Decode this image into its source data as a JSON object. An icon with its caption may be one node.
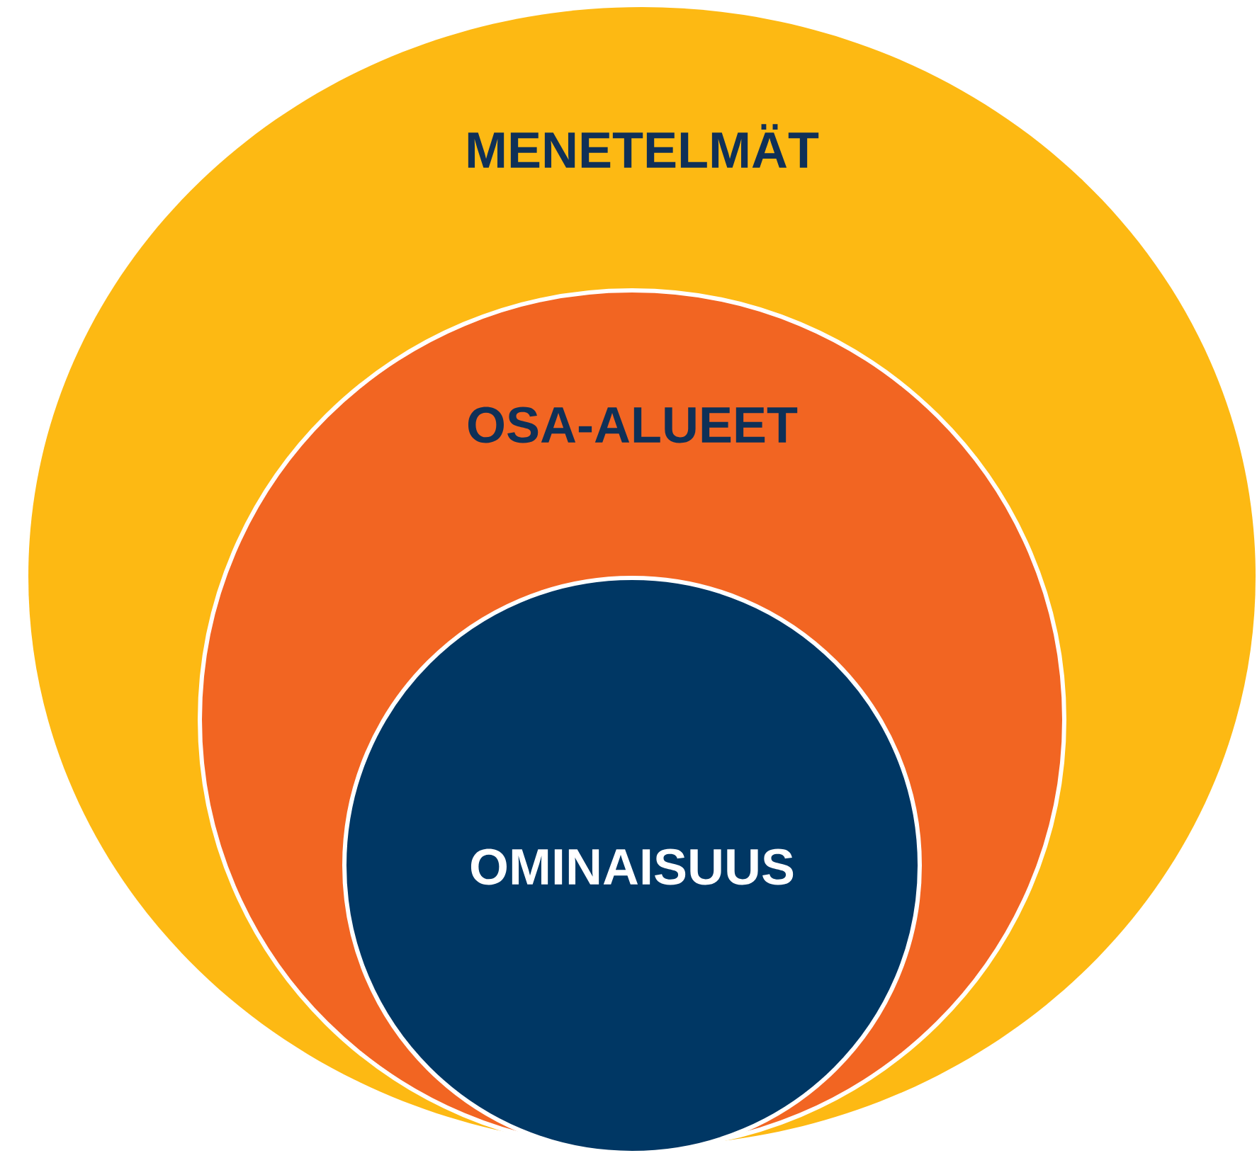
{
  "diagram": {
    "nodes": [
      {
        "text": [
          "MENETELMÄT"
        ]
      },
      {
        "text": [
          "OSA-ALUEET"
        ],
        "in": 0
      },
      {
        "text": [
          "OMINAISUUS"
        ],
        "in": 1
      }
    ]
  }
}
